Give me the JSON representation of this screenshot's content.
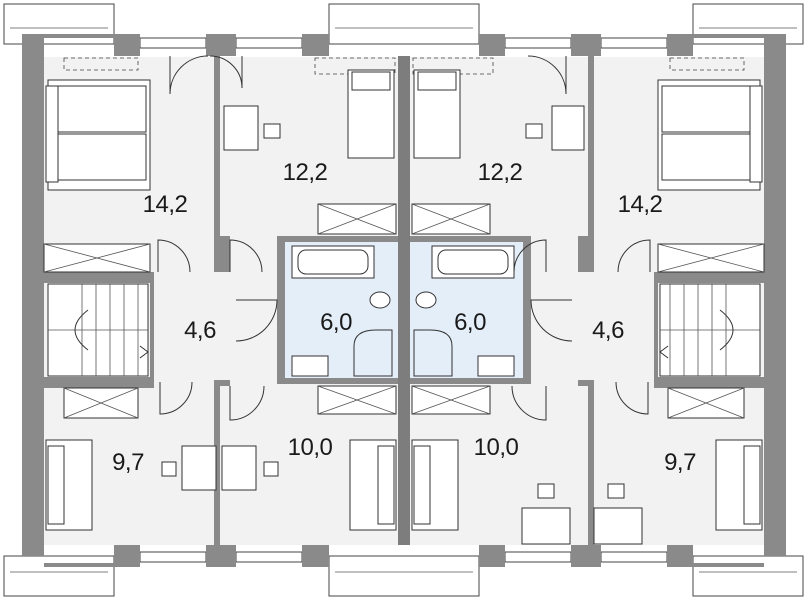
{
  "rooms": {
    "bedroom_top_left": "14,2",
    "room_top_left_center": "12,2",
    "room_top_right_center": "12,2",
    "bedroom_top_right": "14,2",
    "bath_left": "6,0",
    "bath_right": "6,0",
    "hall_left": "4,6",
    "hall_right": "4,6",
    "room_bottom_left": "9,7",
    "room_bottom_left_center": "10,0",
    "room_bottom_right_center": "10,0",
    "room_bottom_right": "9,7"
  },
  "colors": {
    "wall": "#8a8a8a",
    "floor": "#f2f2f2",
    "bathroom": "#e4eef8"
  }
}
